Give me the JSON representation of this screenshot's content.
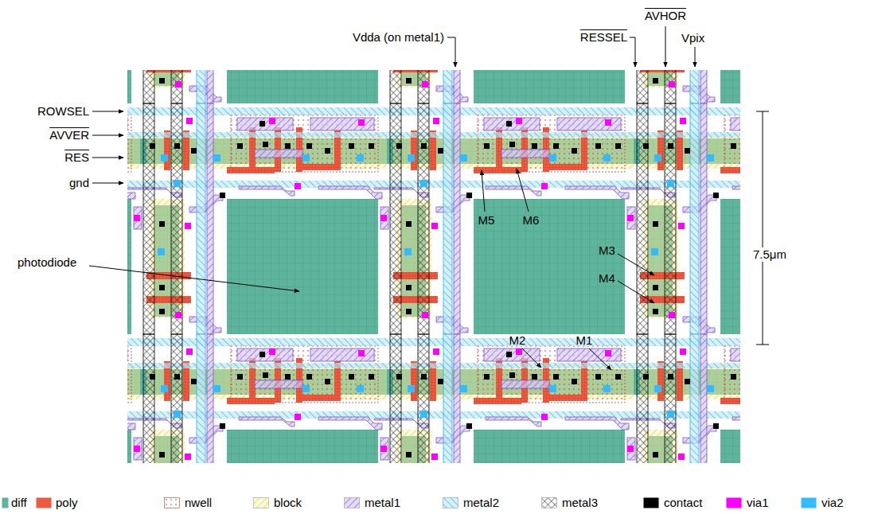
{
  "diagram": {
    "labels": [
      "Vdda (on metal1)",
      "RESSEL",
      "AVHOR",
      "Vpix",
      "ROWSEL",
      "AVVER",
      "RES",
      "gnd",
      "photodiode",
      "M5",
      "M6",
      "M3",
      "M4",
      "M2",
      "M1",
      "7.5μm"
    ],
    "legend": [
      {
        "text": "diff",
        "color": "#5fb59c"
      },
      {
        "text": "poly",
        "color": "#ee5a3f"
      },
      {
        "text": "nwell"
      },
      {
        "text": "block"
      },
      {
        "text": "metal1"
      },
      {
        "text": "metal2"
      },
      {
        "text": "metal3"
      },
      {
        "text": "contact",
        "color": "#000000"
      },
      {
        "text": "via1",
        "color": "#ff00ff"
      },
      {
        "text": "via2",
        "color": "#33bbff"
      }
    ]
  }
}
